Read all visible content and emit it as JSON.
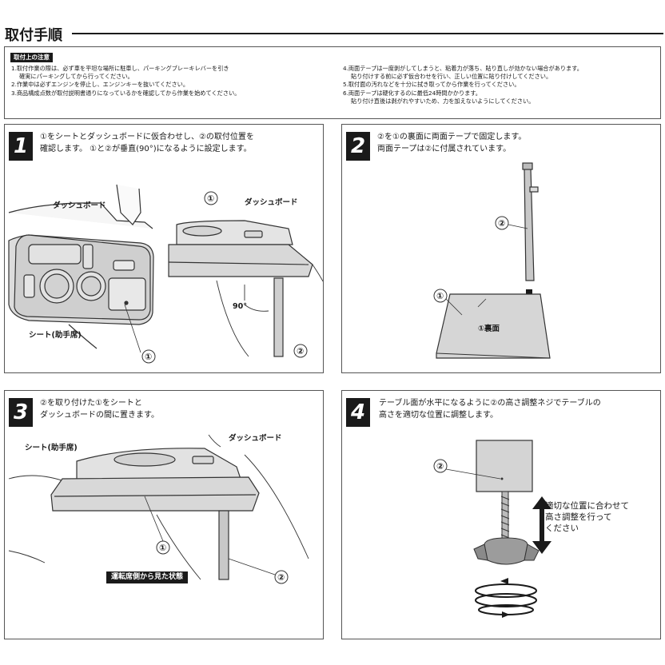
{
  "title": "取付手順",
  "notice": {
    "badge": "取付上の注意",
    "left_lines": [
      "1.取付作業の際は、必ず車を平坦な場所に駐車し、パーキングブレーキレバーを引き",
      "確実にパーキングしてから行ってください。",
      "2.作業中は必ずエンジンを停止し、エンジンキーを抜いてください。",
      "3.商品構成点数が取付説明書通りになっているかを確認してから作業を始めてください。"
    ],
    "right_lines": [
      "4.両面テープは一度剥がしてしまうと、粘着力が落ち、貼り直しが効かない場合があります。",
      "貼り付けする前に必ず仮合わせを行い、正しい位置に貼り付けしてください。",
      "5.取付面の汚れなどを十分に拭き取ってから作業を行ってください。",
      "6.両面テープは硬化するのに最低24時間かかります。",
      "貼り付け直後は剥がれやすいため、力を加えないようにしてください。"
    ]
  },
  "steps": [
    {
      "number": "1",
      "lines": [
        "①をシートとダッシュボードに仮合わせし、②の取付位置を",
        "確認します。 ①と②が垂直(90°)になるように設定します。"
      ],
      "labels": {
        "dashboard_a": "ダッシュボード",
        "dashboard_b": "ダッシュボード",
        "seat": "シート(助手席)",
        "angle": "90°",
        "part1": "①",
        "part1b": "①",
        "part2": "②"
      }
    },
    {
      "number": "2",
      "lines": [
        "②を①の裏面に両面テープで固定します。",
        "両面テープは②に付属されています。"
      ],
      "labels": {
        "part1": "①",
        "part2": "②",
        "back_side": "①裏面"
      }
    },
    {
      "number": "3",
      "lines": [
        "②を取り付けた①をシートと",
        "ダッシュボードの間に置きます。"
      ],
      "labels": {
        "seat": "シート(助手席)",
        "dashboard": "ダッシュボード",
        "part1": "①",
        "part2": "②"
      },
      "caption": "運転席側から見た状態"
    },
    {
      "number": "4",
      "lines": [
        "テーブル面が水平になるように②の高さ調整ネジでテーブルの",
        "高さを適切な位置に調整します。"
      ],
      "labels": {
        "part2": "②"
      },
      "adjust_lines": [
        "適切な位置に合わせて",
        "高さ調整を行って",
        "ください"
      ]
    }
  ]
}
